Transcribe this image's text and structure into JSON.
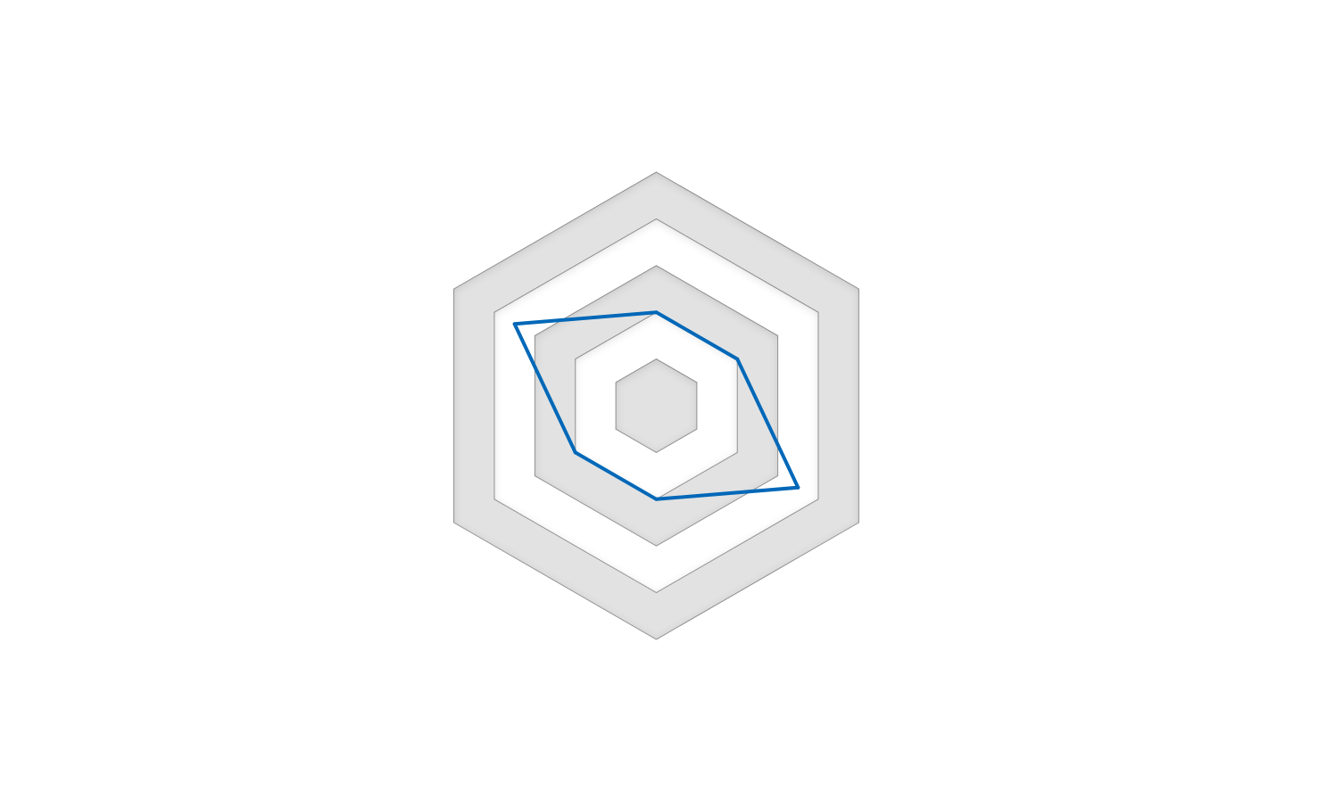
{
  "chart_data": {
    "type": "radar",
    "axes_count": 6,
    "rings": 5,
    "rmax": 5,
    "grid": true,
    "series": [
      {
        "values": [
          2.0,
          2.0,
          3.5,
          2.0,
          2.0,
          3.5
        ],
        "color": "#0068b8"
      }
    ],
    "colors": {
      "ring_dark": "#e2e2e2",
      "ring_light": "#ffffff",
      "ring_stroke": "#9a9a9a"
    }
  }
}
